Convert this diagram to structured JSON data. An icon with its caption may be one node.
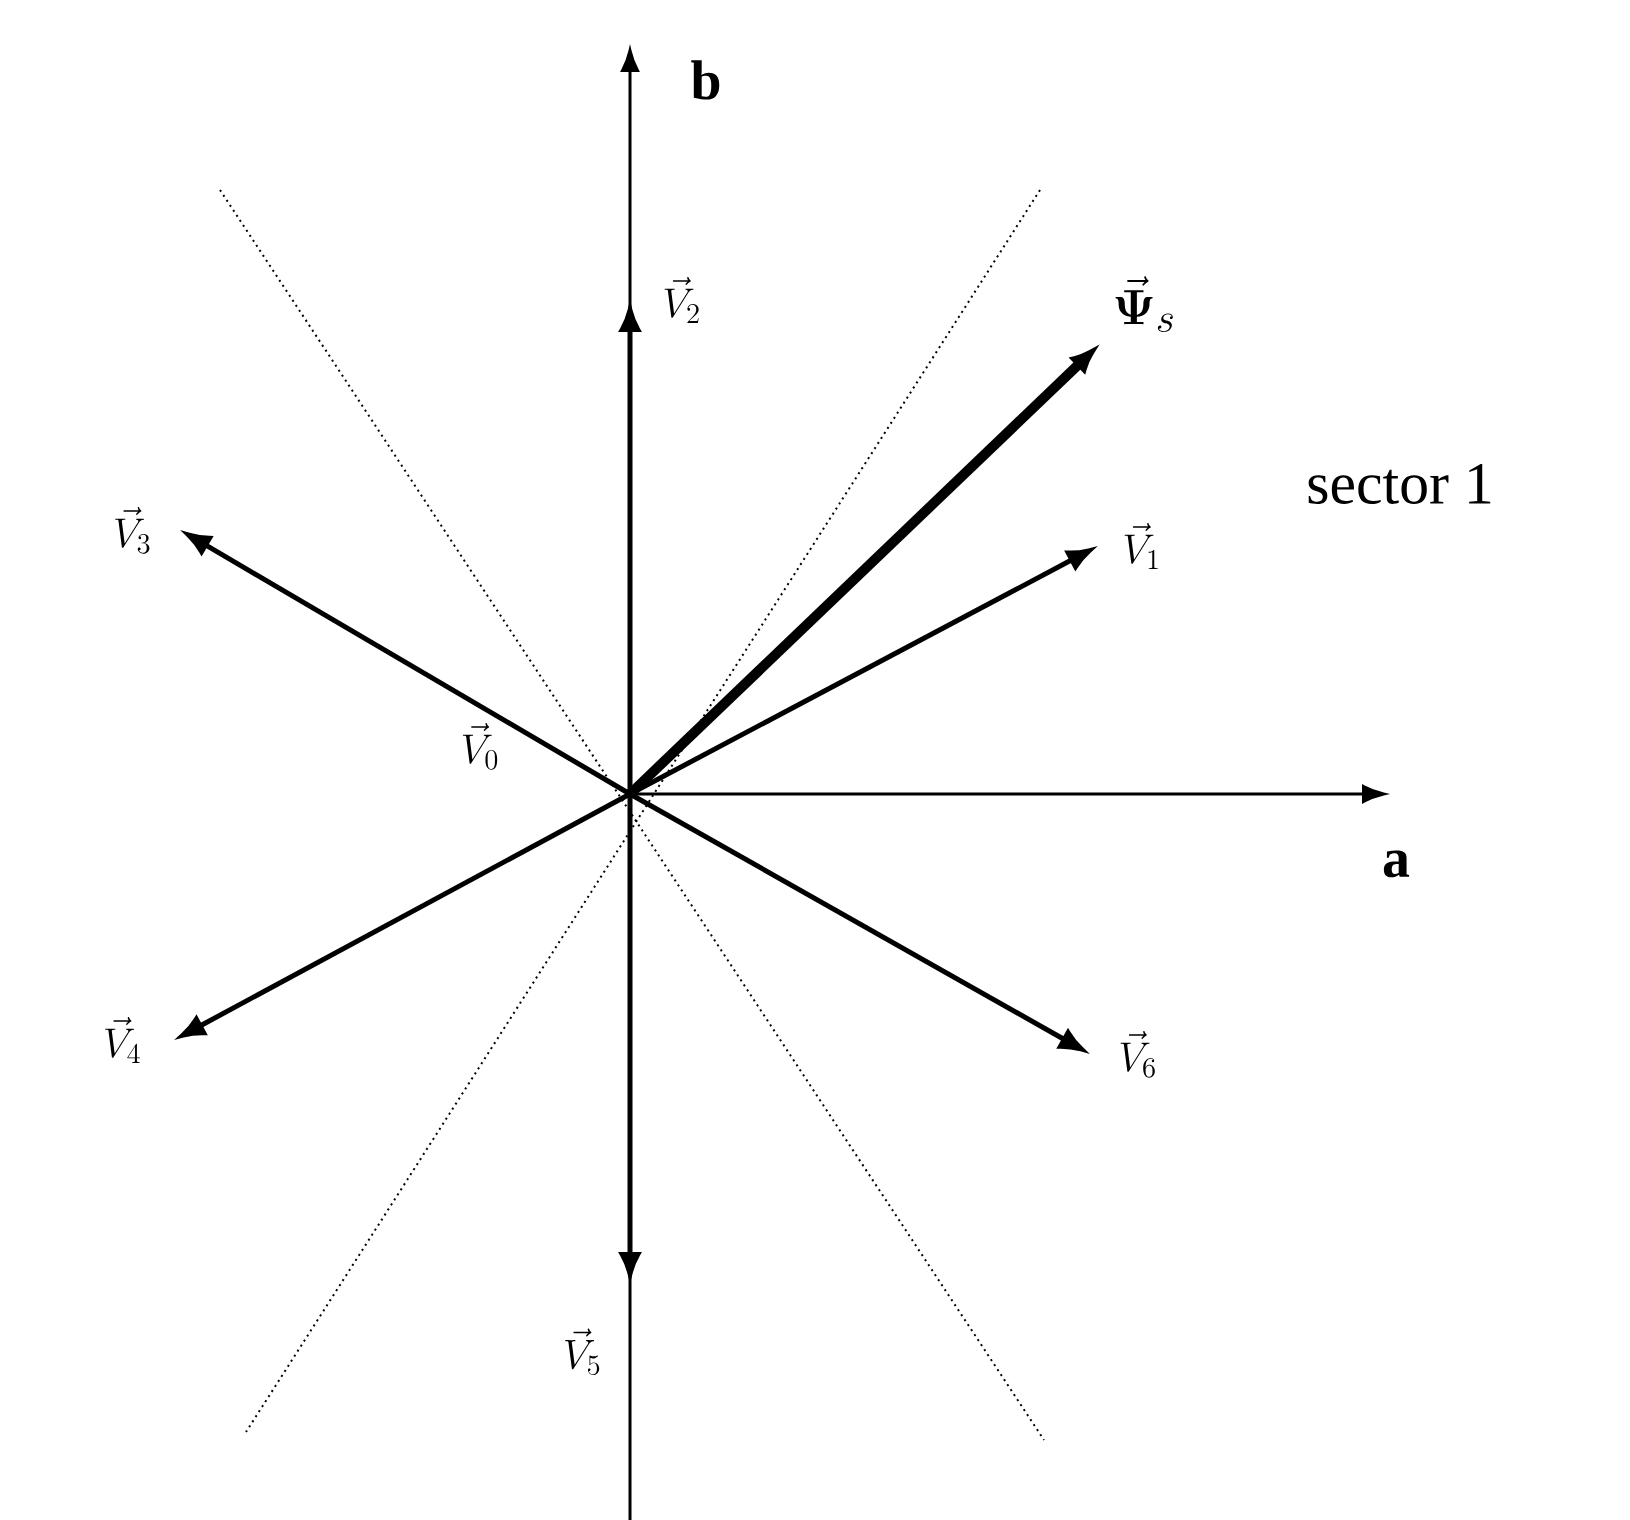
{
  "diagram": {
    "nodes": [
      {
        "text": [
          "\\vec{V}_1"
        ]
      },
      {
        "text": [
          "\\vec{V}_2"
        ]
      },
      {
        "text": [
          "\\vec{V}_3"
        ]
      },
      {
        "text": [
          "\\vec{V}_4"
        ]
      },
      {
        "text": [
          "\\vec{V}_5"
        ]
      },
      {
        "text": [
          "\\vec{V}_6"
        ]
      },
      {
        "text": [
          "\\vec{\\bm{\\Psi}}_s"
        ]
      }
    ],
    "edges": [
      {
        "from": null,
        "to": 0,
        "arrow": "to"
      },
      {
        "from": null,
        "to": 1,
        "arrow": "to"
      },
      {
        "from": null,
        "to": 2,
        "arrow": "to"
      },
      {
        "from": null,
        "to": 3,
        "arrow": "to"
      },
      {
        "from": null,
        "to": 4,
        "arrow": "to"
      },
      {
        "from": null,
        "to": 5,
        "arrow": "to"
      },
      {
        "from": null,
        "to": 6,
        "arrow": "to",
        "style": "thick"
      }
    ],
    "labels": [
      "b",
      "sector 1",
      "\\vec{V}_0",
      "a"
    ]
  }
}
